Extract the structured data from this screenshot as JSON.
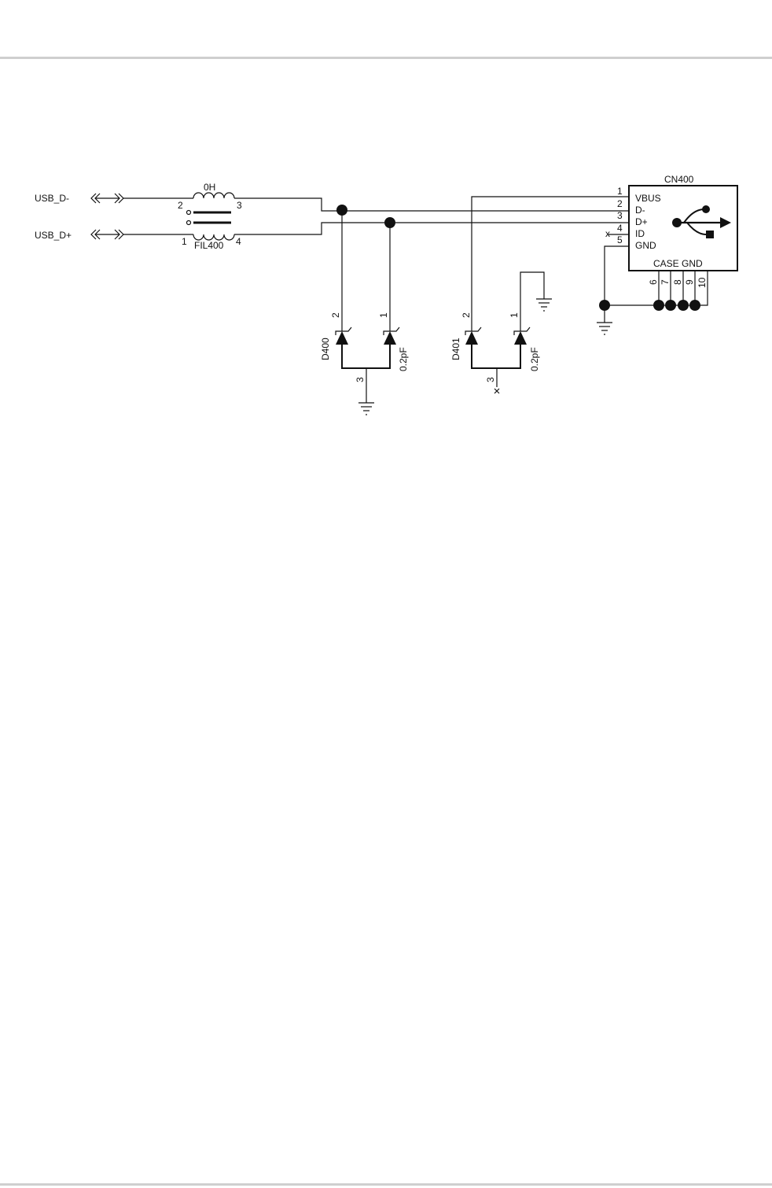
{
  "signals": {
    "usb_dm": "USB_D-",
    "usb_dp": "USB_D+"
  },
  "filter": {
    "ref": "FIL400",
    "value": "0H",
    "pins": {
      "p1": "1",
      "p2": "2",
      "p3": "3",
      "p4": "4"
    }
  },
  "diode_d400": {
    "ref": "D400",
    "value": "0.2pF",
    "pin_a": "2",
    "pin_b": "1",
    "pin_c": "3"
  },
  "diode_d401": {
    "ref": "D401",
    "value": "0.2pF",
    "pin_a": "2",
    "pin_b": "1",
    "pin_c": "3"
  },
  "connector": {
    "ref": "CN400",
    "pins": [
      {
        "num": "1",
        "name": "VBUS"
      },
      {
        "num": "2",
        "name": "D-"
      },
      {
        "num": "3",
        "name": "D+"
      },
      {
        "num": "4",
        "name": "ID"
      },
      {
        "num": "5",
        "name": "GND"
      }
    ],
    "case_label": "CASE GND",
    "case_pins": [
      "6",
      "7",
      "8",
      "9",
      "10"
    ]
  },
  "no_connect_mark": "x"
}
